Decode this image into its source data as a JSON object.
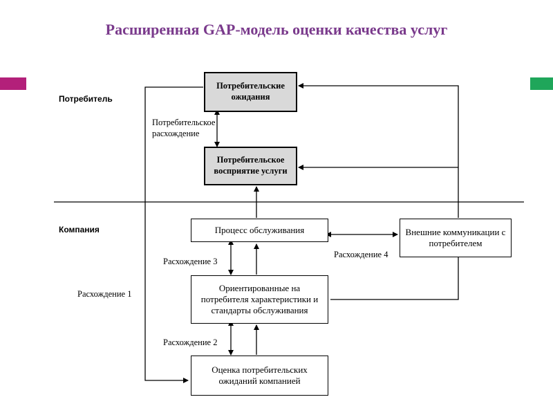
{
  "title": "Расширенная GAP-модель оценки качества услуг",
  "colors": {
    "title": "#7a3a8c",
    "accent_left": "#b3207a",
    "accent_right": "#1fa65a",
    "shaded_box": "#d9d9d9"
  },
  "sections": {
    "consumer": "Потребитель",
    "company": "Компания"
  },
  "boxes": {
    "expectations": "Потребительские ожидания",
    "perception": "Потребительское восприятие услуги",
    "service_process": "Процесс обслуживания",
    "external_comms": "Внешние коммуникации с потребителем",
    "standards": "Ориентированные на потребителя характеристики и стандарты обслуживания",
    "company_assessment": "Оценка потребительских ожиданий компанией"
  },
  "gaps": {
    "consumer_gap": "Потребительское расхождение",
    "gap1": "Расхождение 1",
    "gap2": "Расхождение 2",
    "gap3": "Расхождение 3",
    "gap4": "Расхождение 4"
  }
}
